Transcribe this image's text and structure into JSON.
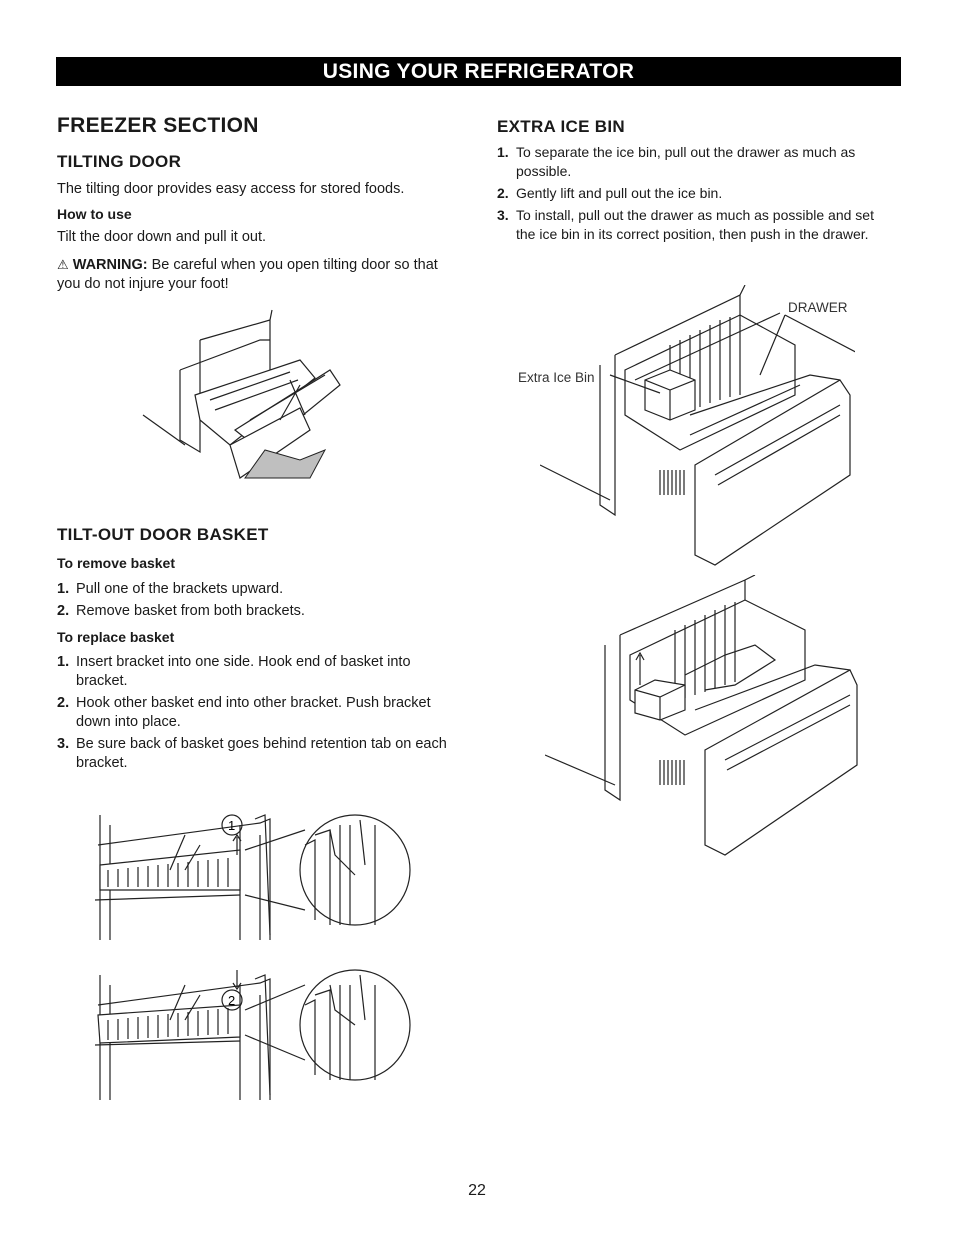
{
  "header": {
    "banner": "USING YOUR REFRIGERATOR"
  },
  "left": {
    "section_title": "FREEZER SECTION",
    "tilting_door": {
      "title": "TILTING DOOR",
      "intro": "The tilting door provides easy access for stored foods.",
      "how_to_use_title": "How to use",
      "how_to_use_text": "Tilt the door down and pull it out.",
      "warning_label": "WARNING:",
      "warning_text": "Be careful when you open tilting door so that you do not injure your foot!"
    },
    "basket": {
      "title": "TILT-OUT DOOR BASKET",
      "remove_title": "To remove basket",
      "remove_steps": [
        {
          "num": "1.",
          "text": "Pull one of the brackets upward."
        },
        {
          "num": "2.",
          "text": "Remove basket from both brackets."
        }
      ],
      "replace_title": "To replace basket",
      "replace_steps": [
        {
          "num": "1.",
          "text": "Insert bracket into one side. Hook end of basket into bracket."
        },
        {
          "num": "2.",
          "text": "Hook other basket end into other bracket. Push bracket down into place."
        },
        {
          "num": "3.",
          "text": "Be sure back of basket goes behind retention tab on each bracket."
        }
      ],
      "callouts": [
        "1",
        "2"
      ]
    }
  },
  "right": {
    "title": "EXTRA ICE BIN",
    "steps": [
      {
        "num": "1.",
        "text": "To separate the ice bin, pull out the drawer as much as possible."
      },
      {
        "num": "2.",
        "text": "Gently lift and pull out the ice bin."
      },
      {
        "num": "3.",
        "text": "To install, pull out the drawer as much as possible and set the ice bin in its correct position, then push in the drawer."
      }
    ],
    "label_drawer": "DRAWER",
    "label_extra_ice_bin": "Extra Ice Bin"
  },
  "footer": {
    "page_number": "22"
  }
}
